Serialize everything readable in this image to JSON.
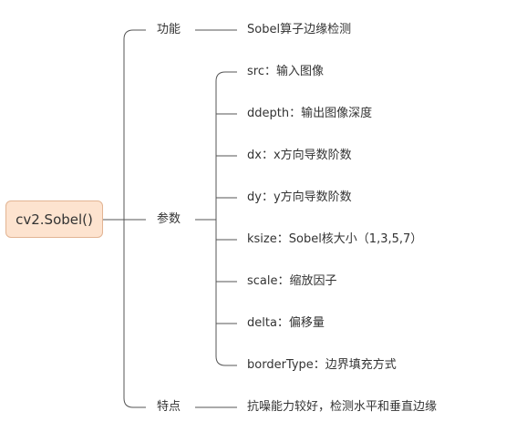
{
  "root": {
    "label": "cv2.Sobel()"
  },
  "branches": [
    {
      "label": "功能",
      "children": [
        "Sobel算子边缘检测"
      ]
    },
    {
      "label": "参数",
      "children": [
        "src：输入图像",
        "ddepth：输出图像深度",
        "dx：x方向导数阶数",
        "dy：y方向导数阶数",
        "ksize：Sobel核大小（1,3,5,7）",
        "scale：缩放因子",
        "delta：偏移量",
        "borderType：边界填充方式"
      ]
    },
    {
      "label": "特点",
      "children": [
        "抗噪能力较好，检测水平和垂直边缘"
      ]
    }
  ],
  "colors": {
    "root_fill": "#fde3cf",
    "root_border": "#e2b493",
    "connector": "#555555",
    "text": "#333333"
  }
}
